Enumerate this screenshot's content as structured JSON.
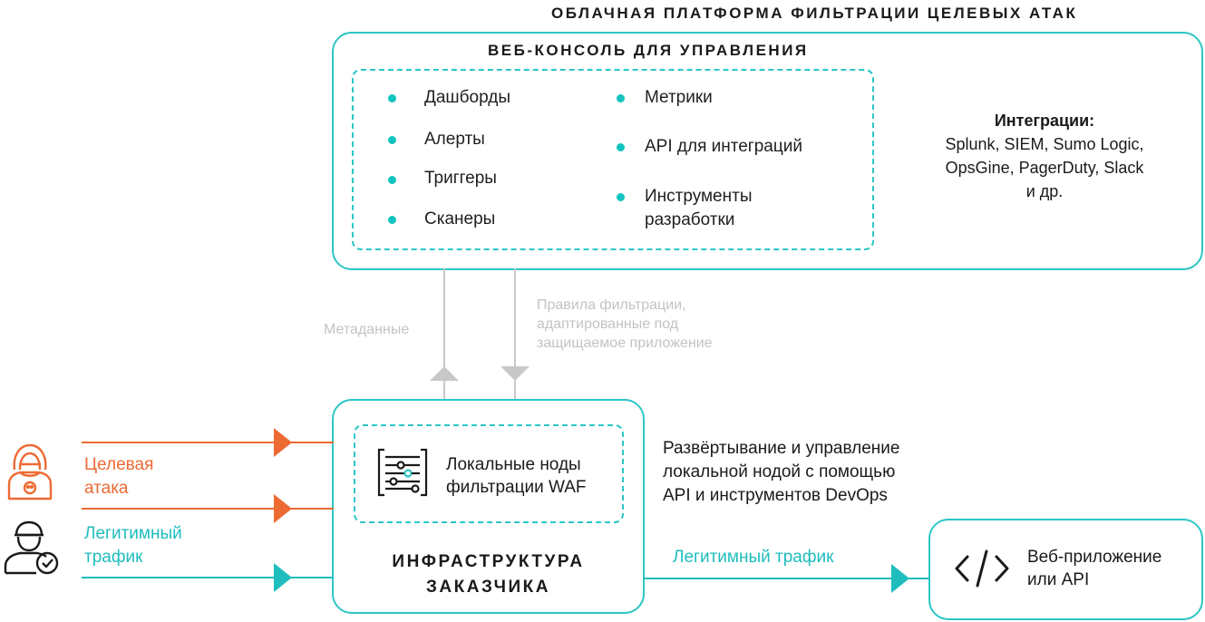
{
  "platform": {
    "title": "ОБЛАЧНАЯ ПЛАТФОРМА ФИЛЬТРАЦИИ ЦЕЛЕВЫХ АТАК"
  },
  "console": {
    "title": "ВЕБ-КОНСОЛЬ ДЛЯ УПРАВЛЕНИЯ",
    "left_items": [
      "Дашборды",
      "Алерты",
      "Триггеры",
      "Сканеры"
    ],
    "right_items": [
      "Метрики",
      "API для интеграций",
      "Инструменты",
      "разработки"
    ]
  },
  "integrations": {
    "heading": "Интеграции:",
    "lines": [
      "Splunk, SIEM, Sumo Logic,",
      "OpsGine, PagerDuty, Slack",
      "и др."
    ]
  },
  "arrows": {
    "metadata_label": "Метаданные",
    "rules_lines": [
      "Правила фильтрации,",
      "адаптированные под",
      "защищаемое приложение"
    ]
  },
  "customer": {
    "node_lines": [
      "Локальные ноды",
      "фильтрации WAF"
    ],
    "title_lines": [
      "ИНФРАСТРУКТУРА",
      "ЗАКАЗЧИКА"
    ]
  },
  "deployment": {
    "lines": [
      "Развёртывание и управление",
      "локальной нодой с помощью",
      "API и инструментов DevOps"
    ]
  },
  "sources": {
    "attack_lines": [
      "Целевая",
      "атака"
    ],
    "legit_lines": [
      "Легитимный",
      "трафик"
    ]
  },
  "output": {
    "traffic_label": "Легитимный трафик",
    "app_lines": [
      "Веб-приложение",
      "или API"
    ]
  },
  "colors": {
    "teal": "#2cc6c6",
    "orange": "#ee6a33",
    "gray": "#c3c3c3",
    "dot": "#12c4bf"
  },
  "icons": [
    "attacker-icon",
    "user-icon",
    "waf-node-icon",
    "code-icon"
  ]
}
